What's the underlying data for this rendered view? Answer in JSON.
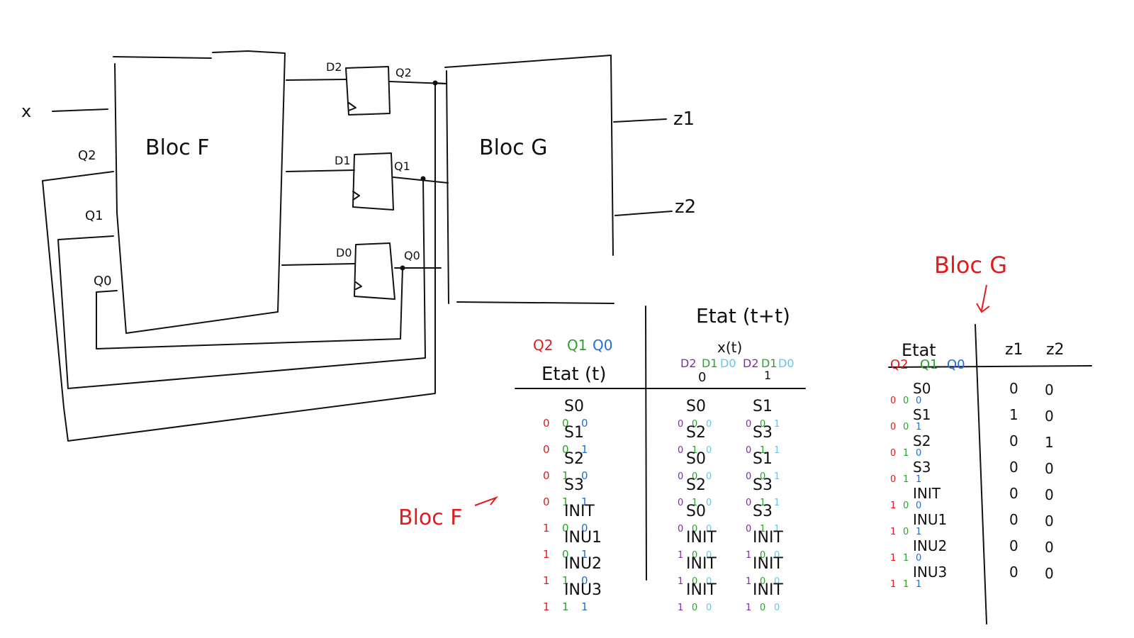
{
  "colors": {
    "ink": "#111111",
    "q2": "#e41a1c",
    "q1": "#2ca02c",
    "q0": "#1f6fd6",
    "d2": "#7b2fa3",
    "d0": "#6bc3ea",
    "annotation": "#e41a1c"
  },
  "circuit": {
    "input_label": "x",
    "bloc_f_label": "Bloc F",
    "bloc_g_label": "Bloc G",
    "feedback_labels": [
      "Q2",
      "Q1",
      "Q0"
    ],
    "d_labels": [
      "D2",
      "D1",
      "D0"
    ],
    "q_labels": [
      "Q2",
      "Q1",
      "Q0"
    ],
    "outputs": [
      "z1",
      "z2"
    ]
  },
  "bloc_f_annotation": "Bloc F",
  "bloc_g_annotation": "Bloc G",
  "table_f": {
    "q_headers": [
      "Q2",
      "Q1",
      "Q0"
    ],
    "state_header": "Etat (t)",
    "next_header": "Etat (t+t)",
    "x_header": "x(t)",
    "x_values": [
      "0",
      "1"
    ],
    "d_headers": [
      "D2",
      "D1",
      "D0"
    ],
    "rows": [
      {
        "state": "S0",
        "bits": [
          "0",
          "0",
          "0"
        ],
        "n0": "S0",
        "n0_bits": [
          "0",
          "0",
          "0"
        ],
        "n1": "S1",
        "n1_bits": [
          "0",
          "0",
          "1"
        ]
      },
      {
        "state": "S1",
        "bits": [
          "0",
          "0",
          "1"
        ],
        "n0": "S2",
        "n0_bits": [
          "0",
          "1",
          "0"
        ],
        "n1": "S3",
        "n1_bits": [
          "0",
          "1",
          "1"
        ]
      },
      {
        "state": "S2",
        "bits": [
          "0",
          "1",
          "0"
        ],
        "n0": "S0",
        "n0_bits": [
          "0",
          "0",
          "0"
        ],
        "n1": "S1",
        "n1_bits": [
          "0",
          "0",
          "1"
        ]
      },
      {
        "state": "S3",
        "bits": [
          "0",
          "1",
          "1"
        ],
        "n0": "S2",
        "n0_bits": [
          "0",
          "1",
          "0"
        ],
        "n1": "S3",
        "n1_bits": [
          "0",
          "1",
          "1"
        ]
      },
      {
        "state": "INIT",
        "bits": [
          "1",
          "0",
          "0"
        ],
        "n0": "S0",
        "n0_bits": [
          "0",
          "0",
          "0"
        ],
        "n1": "S3",
        "n1_bits": [
          "0",
          "1",
          "1"
        ]
      },
      {
        "state": "INU1",
        "bits": [
          "1",
          "0",
          "1"
        ],
        "n0": "INIT",
        "n0_bits": [
          "1",
          "0",
          "0"
        ],
        "n1": "INIT",
        "n1_bits": [
          "1",
          "0",
          "0"
        ]
      },
      {
        "state": "INU2",
        "bits": [
          "1",
          "1",
          "0"
        ],
        "n0": "INIT",
        "n0_bits": [
          "1",
          "0",
          "0"
        ],
        "n1": "INIT",
        "n1_bits": [
          "1",
          "0",
          "0"
        ]
      },
      {
        "state": "INU3",
        "bits": [
          "1",
          "1",
          "1"
        ],
        "n0": "INIT",
        "n0_bits": [
          "1",
          "0",
          "0"
        ],
        "n1": "INIT",
        "n1_bits": [
          "1",
          "0",
          "0"
        ]
      }
    ]
  },
  "table_g": {
    "state_header": "Etat",
    "q_headers": [
      "Q2",
      "Q1",
      "Q0"
    ],
    "z_headers": [
      "z1",
      "z2"
    ],
    "rows": [
      {
        "state": "S0",
        "bits": [
          "0",
          "0",
          "0"
        ],
        "z1": "0",
        "z2": "0"
      },
      {
        "state": "S1",
        "bits": [
          "0",
          "0",
          "1"
        ],
        "z1": "1",
        "z2": "0"
      },
      {
        "state": "S2",
        "bits": [
          "0",
          "1",
          "0"
        ],
        "z1": "0",
        "z2": "1"
      },
      {
        "state": "S3",
        "bits": [
          "0",
          "1",
          "1"
        ],
        "z1": "0",
        "z2": "0"
      },
      {
        "state": "INIT",
        "bits": [
          "1",
          "0",
          "0"
        ],
        "z1": "0",
        "z2": "0"
      },
      {
        "state": "INU1",
        "bits": [
          "1",
          "0",
          "1"
        ],
        "z1": "0",
        "z2": "0"
      },
      {
        "state": "INU2",
        "bits": [
          "1",
          "1",
          "0"
        ],
        "z1": "0",
        "z2": "0"
      },
      {
        "state": "INU3",
        "bits": [
          "1",
          "1",
          "1"
        ],
        "z1": "0",
        "z2": "0"
      }
    ]
  }
}
